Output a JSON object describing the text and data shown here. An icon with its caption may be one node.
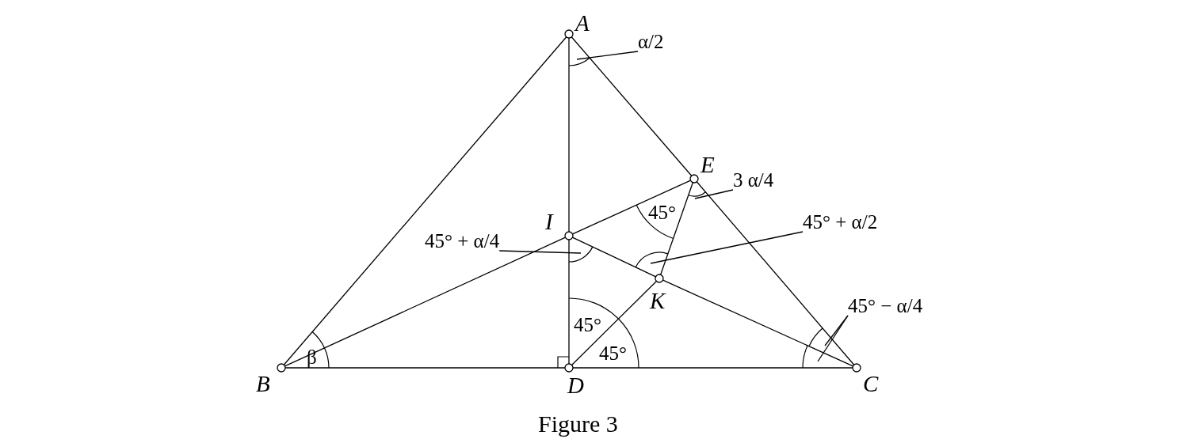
{
  "diagram": {
    "caption": "Figure 3",
    "nodes": [
      {
        "text": [
          "A"
        ]
      },
      {
        "text": [
          "B"
        ]
      },
      {
        "text": [
          "C"
        ]
      },
      {
        "text": [
          "D"
        ]
      },
      {
        "text": [
          "E"
        ]
      },
      {
        "text": [
          "I"
        ]
      },
      {
        "text": [
          "K"
        ]
      },
      {
        "text": [
          "α/2"
        ]
      },
      {
        "text": [
          "3 α/4"
        ]
      },
      {
        "text": [
          "45° + α/4"
        ]
      },
      {
        "text": [
          "45° + α/2"
        ]
      },
      {
        "text": [
          "45° − α/4"
        ]
      },
      {
        "text": [],
        "shape": "arc"
      },
      {
        "text": [],
        "shape": "arc"
      },
      {
        "text": [],
        "shape": "arc"
      },
      {
        "text": [],
        "shape": "arc"
      },
      {
        "text": [],
        "shape": "arc"
      },
      {
        "text": [],
        "shape": "arc"
      }
    ],
    "edges": [
      {
        "from": 0,
        "to": 1,
        "arrow": "none"
      },
      {
        "from": 0,
        "to": 4,
        "arrow": "none"
      },
      {
        "from": 4,
        "to": 2,
        "arrow": "none"
      },
      {
        "from": 1,
        "to": 3,
        "arrow": "none"
      },
      {
        "from": 3,
        "to": 2,
        "arrow": "none"
      },
      {
        "from": 0,
        "to": 5,
        "arrow": "none"
      },
      {
        "from": 5,
        "to": 3,
        "arrow": "none"
      },
      {
        "from": 1,
        "to": 5,
        "arrow": "none"
      },
      {
        "from": 5,
        "to": 4,
        "arrow": "none"
      },
      {
        "from": 5,
        "to": 6,
        "arrow": "none"
      },
      {
        "from": 6,
        "to": 2,
        "arrow": "none"
      },
      {
        "from": 3,
        "to": 6,
        "arrow": "none"
      },
      {
        "from": 6,
        "to": 4,
        "arrow": "none"
      },
      {
        "from": 7,
        "to": 12,
        "arrow": "none"
      },
      {
        "from": 8,
        "to": 15,
        "arrow": "none"
      },
      {
        "from": 9,
        "to": 13,
        "arrow": "none"
      },
      {
        "from": 10,
        "to": 14,
        "arrow": "none"
      },
      {
        "from": 11,
        "to": 17,
        "arrow": "none"
      },
      {
        "from": 11,
        "to": 16,
        "arrow": "none"
      }
    ],
    "labels": [
      "45°",
      "β",
      "45°",
      "45°"
    ]
  }
}
